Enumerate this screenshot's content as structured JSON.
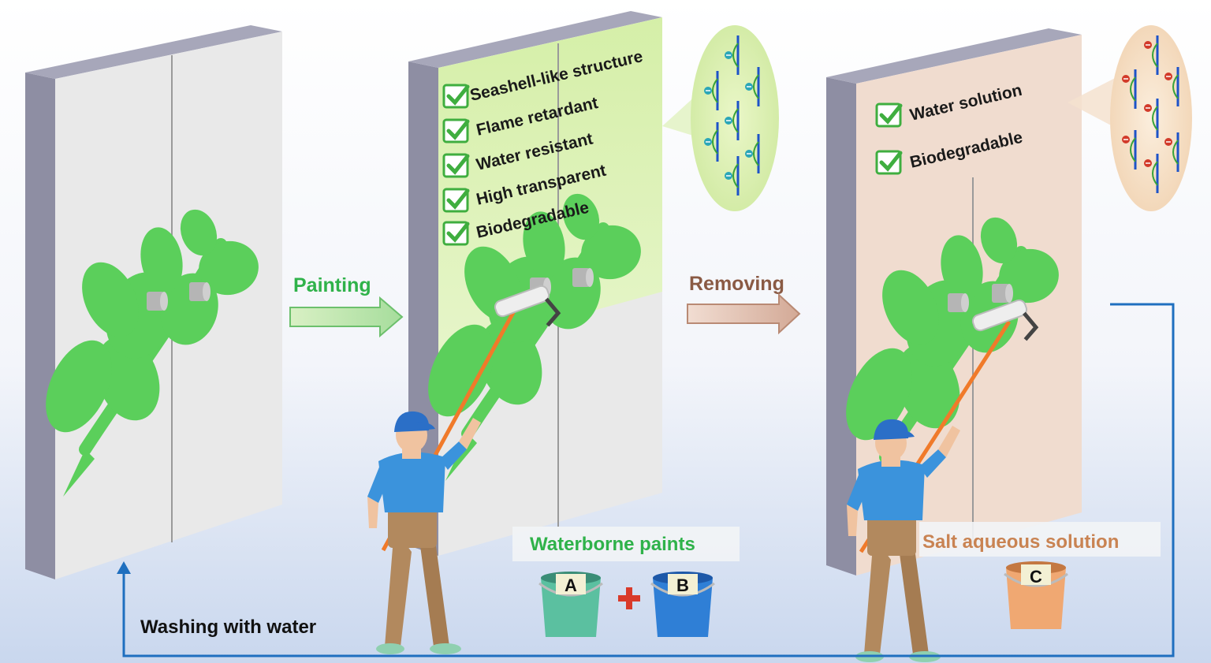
{
  "labels": {
    "painting": "Painting",
    "removing": "Removing",
    "washing": "Washing with water",
    "waterborne": "Waterborne paints",
    "salt": "Salt aqueous solution"
  },
  "painted_properties": [
    "Seashell-like structure",
    "Flame retardant",
    "Water resistant",
    "High transparent",
    "Biodegradable"
  ],
  "removal_properties": [
    "Water solution",
    "Biodegradable"
  ],
  "buckets": {
    "a": "A",
    "b": "B",
    "c": "C"
  },
  "colors": {
    "painting_arrow": "#2fb24a",
    "removing_arrow": "#8a5a44",
    "cycle_line": "#1f6fbf",
    "leaf_green": "#5bcf5b",
    "paint_film_green": "#d9f0b2",
    "removal_film_peach": "#f0dccf",
    "wall_gray": "#e8e8e8",
    "wall_side": "#8a8a9e"
  },
  "icons": [
    "check-icon",
    "plus-icon",
    "arrow-right-icon",
    "arrow-up-icon",
    "leaf-icon"
  ]
}
